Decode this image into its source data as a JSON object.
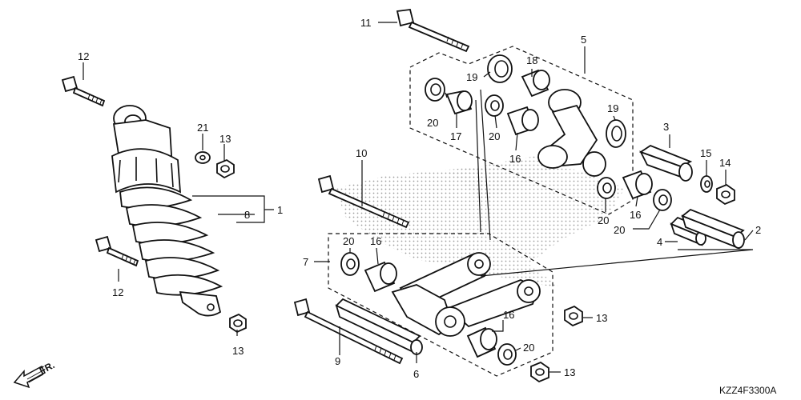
{
  "diagram_code": "KZZ4F3300A",
  "front_indicator": "FR.",
  "callouts": {
    "c1": "1",
    "c2": "2",
    "c3": "3",
    "c4": "4",
    "c5": "5",
    "c6": "6",
    "c7": "7",
    "c8": "8",
    "c9": "9",
    "c10": "10",
    "c11": "11",
    "c12_top": "12",
    "c12_bottom": "12",
    "c13_shock_top": "13",
    "c13_shock_bottom": "13",
    "c13_link_right": "13",
    "c13_link_bottom": "13",
    "c14": "14",
    "c15": "15",
    "c16_link": "16",
    "c16_arm_left": "16",
    "c16_arm_right": "16",
    "c16_link_right": "16",
    "c17": "17",
    "c18": "18",
    "c19_left": "19",
    "c19_right": "19",
    "c20_arm_left": "20",
    "c20_arm_mid": "20",
    "c20_arm_low": "20",
    "c20_arm_right": "20",
    "c20_link_left": "20",
    "c20_link_right": "20",
    "c21": "21"
  },
  "colors": {
    "ink": "#111111",
    "background": "#ffffff",
    "hatch": "#9a9a9a"
  }
}
